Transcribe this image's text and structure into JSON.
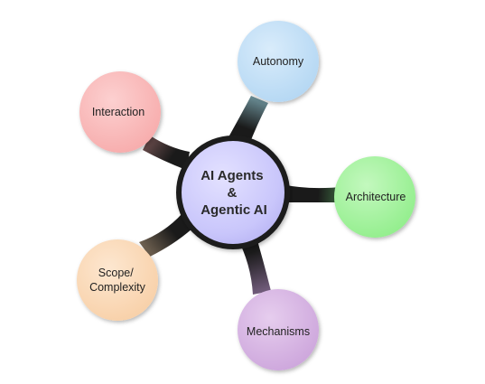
{
  "center": {
    "lines": [
      "AI Agents",
      "&",
      "Agentic AI"
    ],
    "color": "#c9c6fb"
  },
  "nodes": [
    {
      "id": "autonomy",
      "lines": [
        "Autonomy"
      ],
      "color": "#bcdcf5"
    },
    {
      "id": "architecture",
      "lines": [
        "Architecture"
      ],
      "color": "#9ff29a"
    },
    {
      "id": "mechanisms",
      "lines": [
        "Mechanisms"
      ],
      "color": "#d2aee0"
    },
    {
      "id": "scope-complexity",
      "lines": [
        "Scope/",
        "Complexity"
      ],
      "color": "#fad6b2"
    },
    {
      "id": "interaction",
      "lines": [
        "Interaction"
      ],
      "color": "#fab6b6"
    }
  ],
  "connector_color": "#1a1a1a"
}
